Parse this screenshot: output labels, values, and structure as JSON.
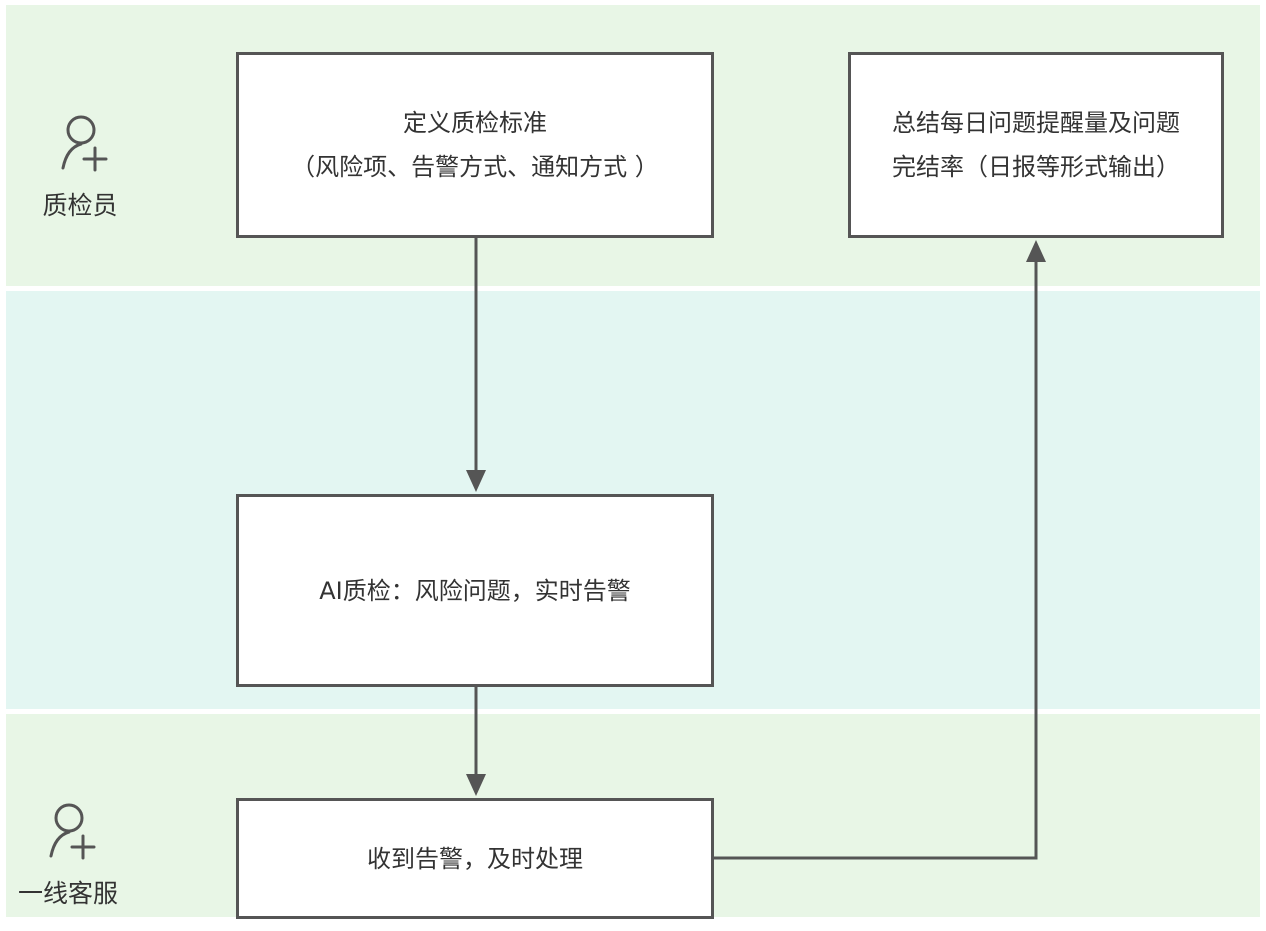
{
  "lanes": [
    {
      "role": "质检员",
      "icon": "user-add-icon"
    },
    {
      "role": ""
    },
    {
      "role": "一线客服",
      "icon": "user-add-icon"
    }
  ],
  "boxes": {
    "define_standard": {
      "line1": "定义质检标准",
      "line2": "（风险项、告警方式、通知方式 ）"
    },
    "summary": {
      "line1": "总结每日问题提醒量及问题",
      "line2": "完结率（日报等形式输出）"
    },
    "ai_check": {
      "line1": "AI质检：风险问题，实时告警"
    },
    "receive_alert": {
      "line1": "收到告警，及时处理"
    }
  },
  "colors": {
    "lane_green": "#e8f6e6",
    "lane_teal": "#e3f6f2",
    "box_border": "#555555",
    "arrow": "#555555",
    "text": "#333333"
  }
}
